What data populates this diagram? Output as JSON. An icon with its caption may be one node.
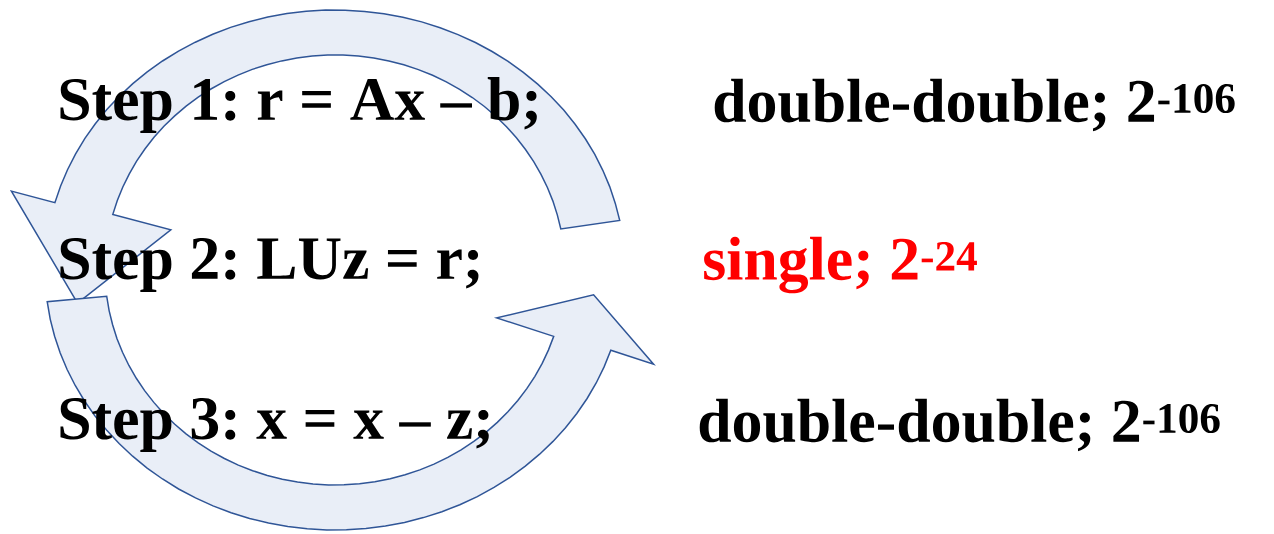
{
  "diagram": {
    "nodes": [
      {
        "text": [
          "Step 1: r = Ax – b;"
        ]
      },
      {
        "text": [
          "Step 2: LUz = r;"
        ]
      },
      {
        "text": [
          "Step 3: x = x – z;"
        ]
      }
    ],
    "labels": [
      "double-double; 2$^{-106}$",
      "single; 2$^{-24}$",
      "double-double; 2$^{-106}$"
    ]
  }
}
